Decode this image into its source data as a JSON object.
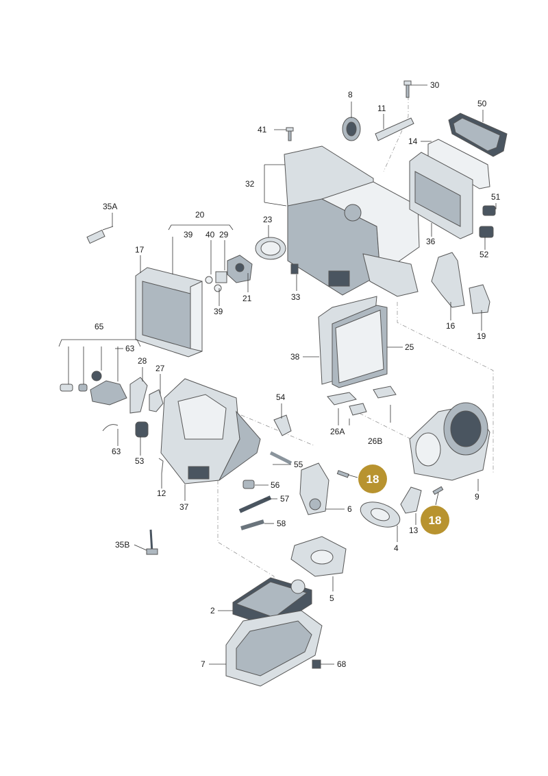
{
  "highlight_color": "#b8932f",
  "callouts": {
    "p30": "30",
    "p8": "8",
    "p11": "11",
    "p50": "50",
    "p41": "41",
    "p14": "14",
    "p32": "32",
    "p35a": "35A",
    "p20": "20",
    "p51": "51",
    "p39a": "39",
    "p40": "40",
    "p29": "29",
    "p23": "23",
    "p36": "36",
    "p17": "17",
    "p52": "52",
    "p21": "21",
    "p33": "33",
    "p39b": "39",
    "p16": "16",
    "p19": "19",
    "p65": "65",
    "p63a": "63",
    "p38": "38",
    "p25": "25",
    "p28": "28",
    "p27": "27",
    "p54": "54",
    "p63b": "63",
    "p53": "53",
    "p26a": "26A",
    "p26b": "26B",
    "p55": "55",
    "p12": "12",
    "p9": "9",
    "p56": "56",
    "p57": "57",
    "p37": "37",
    "p6": "6",
    "p13": "13",
    "p58": "58",
    "p4": "4",
    "p35b": "35B",
    "p5": "5",
    "p2": "2",
    "p7": "7",
    "p68": "68"
  },
  "highlights": {
    "h18a": "18",
    "h18b": "18"
  }
}
